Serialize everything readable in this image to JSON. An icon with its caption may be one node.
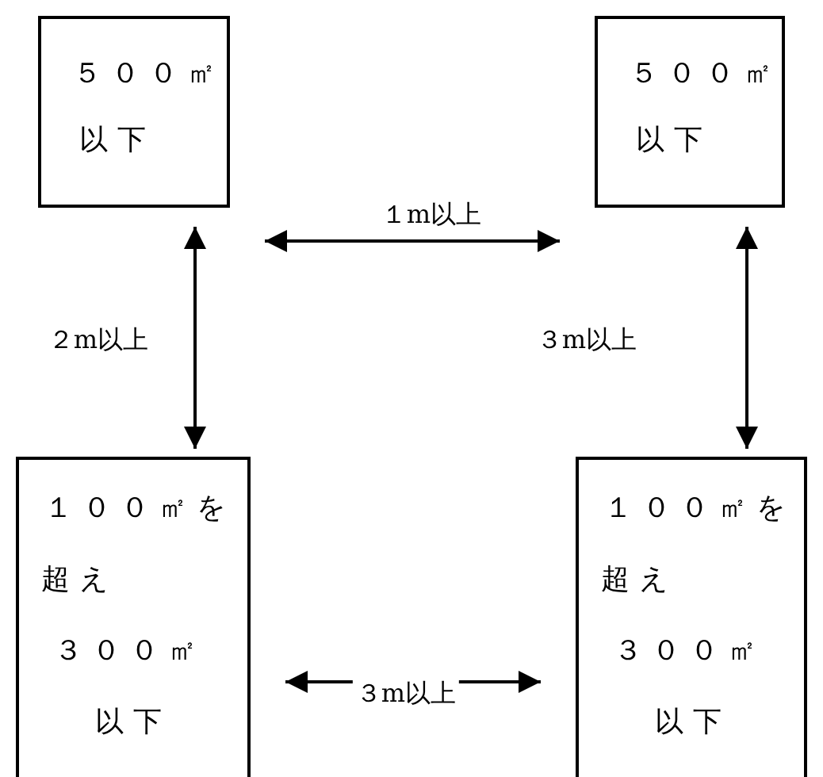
{
  "diagram": {
    "nodes": [
      {
        "text": [
          "５００㎡以下"
        ]
      },
      {
        "text": [
          "５００㎡以下"
        ]
      },
      {
        "text": [
          "１００㎡を超え３００㎡以下"
        ]
      },
      {
        "text": [
          "１００㎡を超え３００㎡以下"
        ]
      }
    ],
    "edges": [
      {
        "from": 0,
        "to": 1,
        "arrow": "both",
        "label": "１m以上"
      },
      {
        "from": 0,
        "to": 2,
        "arrow": "both",
        "label": "２m以上"
      },
      {
        "from": 1,
        "to": 3,
        "arrow": "both",
        "label": "３m以上"
      },
      {
        "from": 2,
        "to": 3,
        "arrow": "both",
        "label": "３m以上"
      }
    ]
  }
}
